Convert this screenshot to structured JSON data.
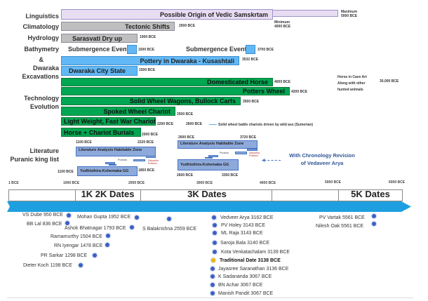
{
  "categories": {
    "linguistics": "Linguistics",
    "climatology": "Climatology",
    "hydrology": "Hydrology",
    "bathymetry": "Bathymetry",
    "amp": "&",
    "dwaraka": "Dwaraka",
    "excavations": "Excavations",
    "technology": "Technology",
    "evolution": "Evolution",
    "literature": "Literature",
    "puranic": "Puranic king list"
  },
  "bars": {
    "vedic": "Possible Origin of Vedic Samskrtam",
    "maximum": "Maximum",
    "max_date": "5000 BCE",
    "minimum": "Minimum",
    "min_date": "4000 BCE",
    "tectonic": "Tectonic Shifts",
    "tectonic_date": "2500 BCE",
    "sarasvati": "Sarasvati Dry up",
    "sarasvati_date": "1900 BCE",
    "sub1": "Submergence Event",
    "sub1_date": "1500 BCE",
    "sub2": "Submergence Event",
    "sub2_date": "3700 BCE",
    "pottery": "Pottery in Dwaraka - Kusashtali",
    "pottery_date": "3532 BCE",
    "city": "Dwaraka City State",
    "city_date": "1500 BCE",
    "horse": "Domesticated Horse",
    "horse_date": "4000 BCE",
    "potters": "Potters Wheel",
    "potters_date": "4200 BCE",
    "cave": "Horse in Cave Art",
    "cave2": "Along with other",
    "cave3": "hunted animals",
    "cave_date": "30,000 BCE",
    "solid": "Solid Wheel Wagons, Bullock Carts",
    "solid_date": "3500 BCE",
    "spoked": "Spoked Wheel Chariot",
    "spoked_date": "2500 BCE",
    "light": "Light Weight, Fast War Chariot",
    "light_date": "2200 BCE",
    "sumer_date": "2600 BCE",
    "sumer": "Solid wheel battle chariots driven by wild ass (Sumerian)",
    "burials": "Horse + Chariot Burials",
    "burials_date": "2000 BCE"
  },
  "literature": {
    "left": {
      "start": "1100 BCE",
      "end": "2220 BCE",
      "zone": "Literature Analysis Habitable Zone",
      "puranas": "Puranas",
      "satyartha": "Satyartha",
      "prakash": "Prakash",
      "yudh": "Yudhisthira-Kshemaka GG",
      "y_start": "1100 BCE",
      "y_end": "1850 BCE"
    },
    "right": {
      "start": "2600 BCE",
      "end": "3720 BCE",
      "zone": "Literature Analysis Habitable Zone",
      "puranas": "Puranas",
      "satyartha": "Satyartha",
      "prakash": "Prakash",
      "yudh": "Yudhisthira-Kshemaka GG",
      "y_start": "2600 BCE",
      "y_end": "3350 BCE"
    },
    "revision1": "With Chronology Revision",
    "revision2": "of Vedaveer Arya"
  },
  "axis": [
    "1 BCE",
    "1000 BCE",
    "2000 BCE",
    "3000 BCE",
    "4000 BCE",
    "5000 BCE",
    "6000 BCE"
  ],
  "groups": {
    "g1": "1K 2K Dates",
    "g2": "3K Dates",
    "g3": "5K Dates"
  },
  "points": [
    "VS Dube 950 BCE",
    "BB Lal 836 BCE",
    "Mohan Gupta 1952 BCE",
    "Ashok Bhatnagar 1793 BCE",
    "S Balakrishna 2559 BCE",
    "Ramamurthy 1504 BCE",
    "RN Iyengar 1478  BCE",
    "PR Sarkar 1298  BCE",
    "Dieter Koch 1198  BCE",
    "Vedveer Arya 3162 BCE",
    "PV Holey 3143 BCE",
    "ML Raja 3143 BCE",
    "Saroja Bala 3140 BCE",
    "Kota Venkatachalam 3139 BCE",
    "Traditional Date 3138 BCE",
    "Jayasree Saranathan 3136 BCE",
    "K Sadananda 3067 BCE",
    "BN Achar 3067 BCE",
    "Manish Pandit 3067 BCE",
    "PV Vartak 5561 BCE",
    "Nilesh Oak 5561 BCE"
  ],
  "colors": {
    "purple": "#e8dcf3",
    "gray": "#bfbfbf",
    "blue": "#62b8f5",
    "green": "#00a651",
    "lit": "#8eaadb",
    "arrow": "#1ea0e0",
    "traditional": "#f0b400",
    "dot": "#3a5fc8"
  }
}
